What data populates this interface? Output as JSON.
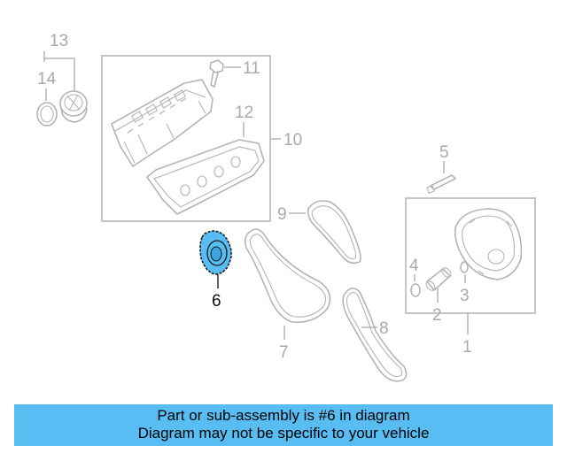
{
  "diagram": {
    "callouts": [
      {
        "id": "1",
        "label": "1"
      },
      {
        "id": "2",
        "label": "2"
      },
      {
        "id": "3",
        "label": "3"
      },
      {
        "id": "4",
        "label": "4"
      },
      {
        "id": "5",
        "label": "5"
      },
      {
        "id": "6",
        "label": "6",
        "highlighted": true
      },
      {
        "id": "7",
        "label": "7"
      },
      {
        "id": "8",
        "label": "8"
      },
      {
        "id": "9",
        "label": "9"
      },
      {
        "id": "10",
        "label": "10"
      },
      {
        "id": "11",
        "label": "11"
      },
      {
        "id": "12",
        "label": "12"
      },
      {
        "id": "13",
        "label": "13"
      },
      {
        "id": "14",
        "label": "14"
      }
    ],
    "highlight_color": "#58bdf2",
    "line_color": "#b4b4b4"
  },
  "banner": {
    "line1": "Part or sub-assembly is #6 in diagram",
    "line2": "Diagram may not be specific to your vehicle",
    "background": "#58bdf2"
  }
}
